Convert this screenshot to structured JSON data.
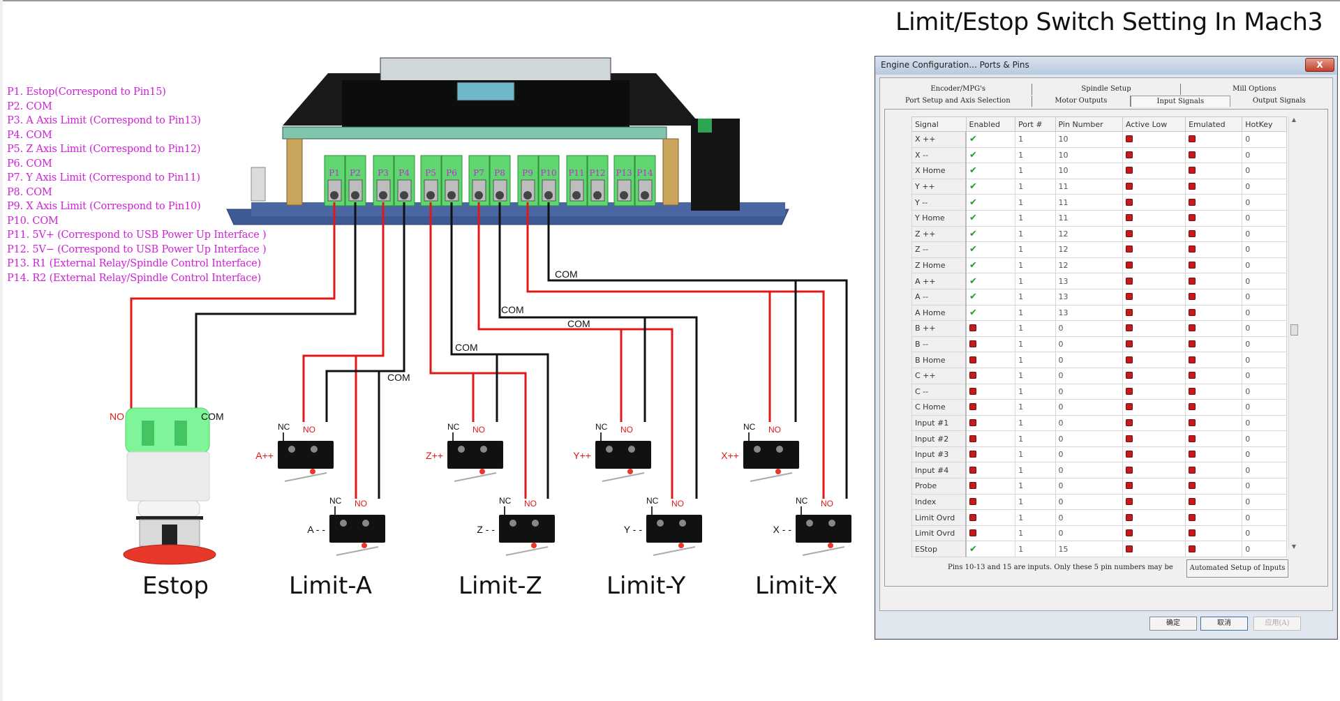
{
  "title": "Limit/Estop Switch Setting In Mach3",
  "pin_legend": [
    "P1. Estop(Correspond to Pin15)",
    "P2. COM",
    "P3. A Axis Limit (Correspond to Pin13)",
    "P4. COM",
    "P5. Z Axis Limit (Correspond to Pin12)",
    "P6. COM",
    "P7. Y Axis Limit (Correspond to Pin11)",
    "P8. COM",
    "P9. X Axis Limit (Correspond to Pin10)",
    "P10. COM",
    "P11. 5V+  (Correspond to USB Power Up Interface )",
    "P12. 5V−  (Correspond to USB Power Up Interface )",
    "P13.  R1 (External Relay/Spindle Control Interface)",
    "P14.  R2 (External Relay/Spindle Control Interface)"
  ],
  "board": {
    "terminals": [
      "P1",
      "P2",
      "P3",
      "P4",
      "P5",
      "P6",
      "P7",
      "P8",
      "P9",
      "P10",
      "P11",
      "P12",
      "P13",
      "P14"
    ]
  },
  "wiring": {
    "com_label": "COM",
    "no_label": "NO",
    "nc_label": "NC",
    "wire_colors": {
      "signal": "#e01818",
      "common": "#111111"
    }
  },
  "switch_groups": [
    {
      "name": "Estop",
      "switches": []
    },
    {
      "name": "Limit-A",
      "switches": [
        "A++",
        "A - -"
      ]
    },
    {
      "name": "Limit-Z",
      "switches": [
        "Z++",
        "Z - -"
      ]
    },
    {
      "name": "Limit-Y",
      "switches": [
        "Y++",
        "Y - -"
      ]
    },
    {
      "name": "Limit-X",
      "switches": [
        "X++",
        "X - -"
      ]
    }
  ],
  "dialog": {
    "title": "Engine Configuration... Ports & Pins",
    "close_label": "X",
    "tabs_row1": [
      "Encoder/MPG's",
      "Spindle Setup",
      "Mill Options"
    ],
    "tabs_row2": [
      "Port Setup and Axis Selection",
      "Motor Outputs",
      "Input Signals",
      "Output Signals"
    ],
    "active_tab": "Input Signals",
    "columns": [
      "Signal",
      "Enabled",
      "Port #",
      "Pin Number",
      "Active Low",
      "Emulated",
      "HotKey"
    ],
    "rows": [
      {
        "signal": "X ++",
        "enabled": true,
        "port": "1",
        "pin": "10",
        "active_low": false,
        "emulated": false,
        "hotkey": "0"
      },
      {
        "signal": "X --",
        "enabled": true,
        "port": "1",
        "pin": "10",
        "active_low": false,
        "emulated": false,
        "hotkey": "0"
      },
      {
        "signal": "X Home",
        "enabled": true,
        "port": "1",
        "pin": "10",
        "active_low": false,
        "emulated": false,
        "hotkey": "0"
      },
      {
        "signal": "Y ++",
        "enabled": true,
        "port": "1",
        "pin": "11",
        "active_low": false,
        "emulated": false,
        "hotkey": "0"
      },
      {
        "signal": "Y --",
        "enabled": true,
        "port": "1",
        "pin": "11",
        "active_low": false,
        "emulated": false,
        "hotkey": "0"
      },
      {
        "signal": "Y Home",
        "enabled": true,
        "port": "1",
        "pin": "11",
        "active_low": false,
        "emulated": false,
        "hotkey": "0"
      },
      {
        "signal": "Z ++",
        "enabled": true,
        "port": "1",
        "pin": "12",
        "active_low": false,
        "emulated": false,
        "hotkey": "0"
      },
      {
        "signal": "Z --",
        "enabled": true,
        "port": "1",
        "pin": "12",
        "active_low": false,
        "emulated": false,
        "hotkey": "0"
      },
      {
        "signal": "Z Home",
        "enabled": true,
        "port": "1",
        "pin": "12",
        "active_low": false,
        "emulated": false,
        "hotkey": "0"
      },
      {
        "signal": "A ++",
        "enabled": true,
        "port": "1",
        "pin": "13",
        "active_low": false,
        "emulated": false,
        "hotkey": "0"
      },
      {
        "signal": "A --",
        "enabled": true,
        "port": "1",
        "pin": "13",
        "active_low": false,
        "emulated": false,
        "hotkey": "0"
      },
      {
        "signal": "A Home",
        "enabled": true,
        "port": "1",
        "pin": "13",
        "active_low": false,
        "emulated": false,
        "hotkey": "0"
      },
      {
        "signal": "B ++",
        "enabled": false,
        "port": "1",
        "pin": "0",
        "active_low": false,
        "emulated": false,
        "hotkey": "0"
      },
      {
        "signal": "B --",
        "enabled": false,
        "port": "1",
        "pin": "0",
        "active_low": false,
        "emulated": false,
        "hotkey": "0"
      },
      {
        "signal": "B Home",
        "enabled": false,
        "port": "1",
        "pin": "0",
        "active_low": false,
        "emulated": false,
        "hotkey": "0"
      },
      {
        "signal": "C ++",
        "enabled": false,
        "port": "1",
        "pin": "0",
        "active_low": false,
        "emulated": false,
        "hotkey": "0"
      },
      {
        "signal": "C --",
        "enabled": false,
        "port": "1",
        "pin": "0",
        "active_low": false,
        "emulated": false,
        "hotkey": "0"
      },
      {
        "signal": "C Home",
        "enabled": false,
        "port": "1",
        "pin": "0",
        "active_low": false,
        "emulated": false,
        "hotkey": "0"
      },
      {
        "signal": "Input #1",
        "enabled": false,
        "port": "1",
        "pin": "0",
        "active_low": false,
        "emulated": false,
        "hotkey": "0"
      },
      {
        "signal": "Input #2",
        "enabled": false,
        "port": "1",
        "pin": "0",
        "active_low": false,
        "emulated": false,
        "hotkey": "0"
      },
      {
        "signal": "Input #3",
        "enabled": false,
        "port": "1",
        "pin": "0",
        "active_low": false,
        "emulated": false,
        "hotkey": "0"
      },
      {
        "signal": "Input #4",
        "enabled": false,
        "port": "1",
        "pin": "0",
        "active_low": false,
        "emulated": false,
        "hotkey": "0"
      },
      {
        "signal": "Probe",
        "enabled": false,
        "port": "1",
        "pin": "0",
        "active_low": false,
        "emulated": false,
        "hotkey": "0"
      },
      {
        "signal": "Index",
        "enabled": false,
        "port": "1",
        "pin": "0",
        "active_low": false,
        "emulated": false,
        "hotkey": "0"
      },
      {
        "signal": "Limit Ovrd",
        "enabled": false,
        "port": "1",
        "pin": "0",
        "active_low": false,
        "emulated": false,
        "hotkey": "0"
      },
      {
        "signal": "Limit Ovrd",
        "enabled": false,
        "port": "1",
        "pin": "0",
        "active_low": false,
        "emulated": false,
        "hotkey": "0"
      },
      {
        "signal": "EStop",
        "enabled": true,
        "port": "1",
        "pin": "15",
        "active_low": false,
        "emulated": false,
        "hotkey": "0"
      }
    ],
    "hint_text": "Pins 10-13 and 15 are inputs. Only these 5 pin numbers may be",
    "auto_setup_label": "Automated Setup of Inputs",
    "ok_label": "确定",
    "cancel_label": "取消",
    "apply_label": "应用(A)"
  }
}
